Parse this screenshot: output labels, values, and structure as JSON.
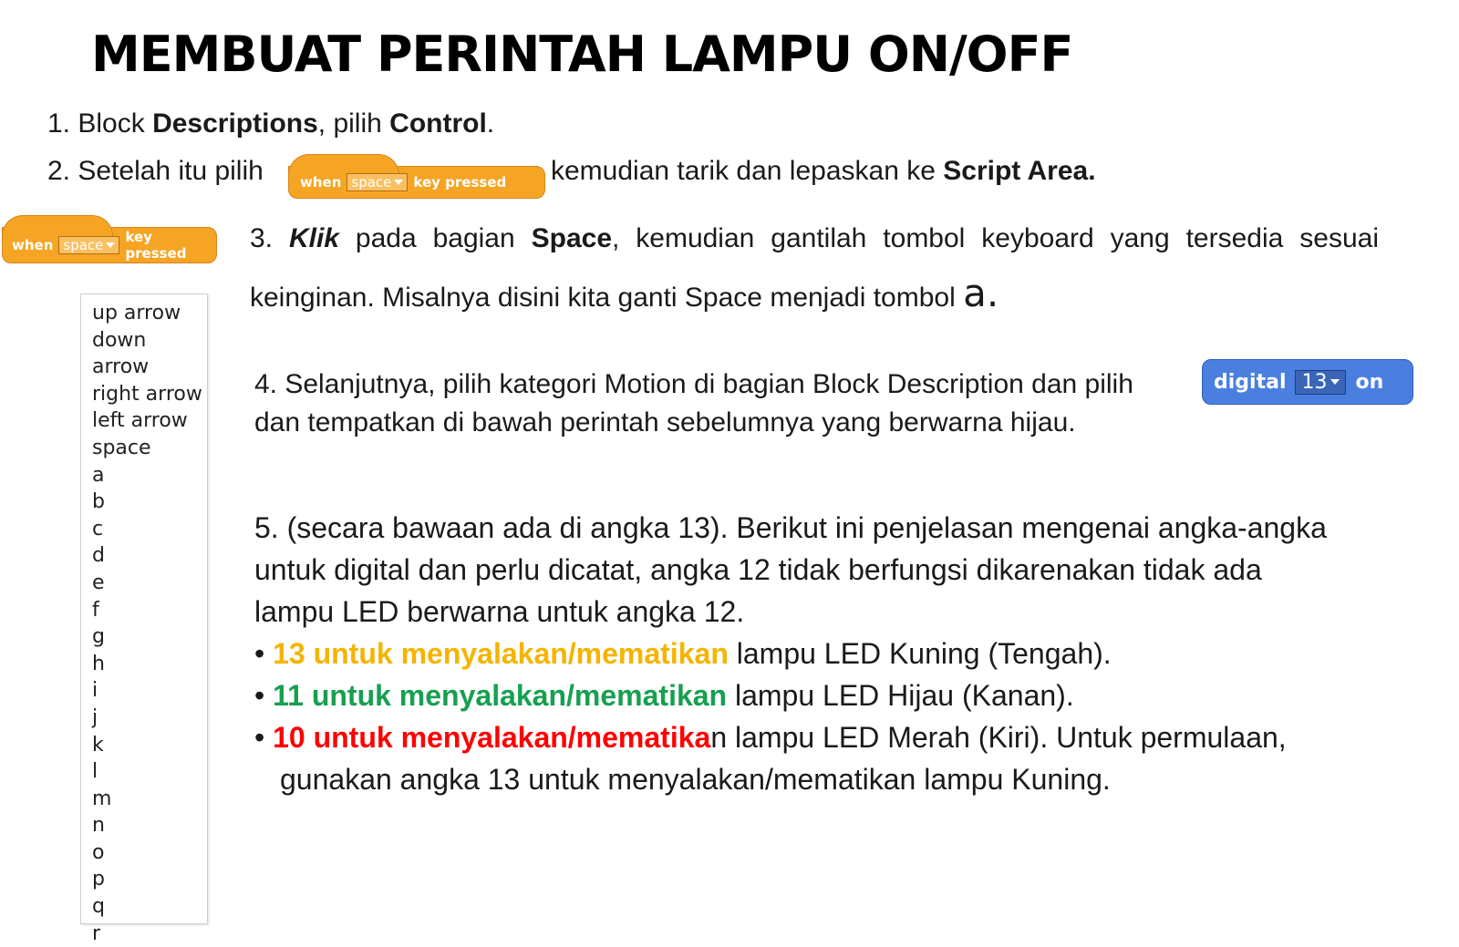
{
  "title": "MEMBUAT PERINTAH LAMPU ON/OFF",
  "step1": {
    "pre": "1. Block ",
    "b1": "Descriptions",
    "mid": ", pilih ",
    "b2": "Control",
    "post": "."
  },
  "step2": {
    "pre": "2. Setelah itu pilih",
    "post": "kemudian tarik dan lepaskan ke ",
    "bold": "Script Area."
  },
  "hat_block": {
    "when": "when",
    "key": "space",
    "tail": "key pressed"
  },
  "step3": {
    "num": "3. ",
    "klik": "Klik",
    "mid": " pada bagian ",
    "space": "Space",
    "rest": ", kemudian gantilah tombol keyboard yang tersedia sesuai",
    "line2": "keinginan. Misalnya disini kita ganti Space menjadi tombol ",
    "key": "a."
  },
  "step4": {
    "line1": "4. Selanjutnya, pilih kategori Motion di bagian Block Description dan pilih",
    "line2": "dan tempatkan di bawah perintah sebelumnya yang berwarna hijau."
  },
  "motion_block": {
    "label": "digital",
    "value": "13",
    "tail": "on"
  },
  "step5": {
    "line1": "5. (secara bawaan ada di angka 13). Berikut ini penjelasan mengenai angka-angka",
    "line2": "untuk digital dan perlu dicatat, angka 12 tidak berfungsi dikarenakan tidak ada",
    "line3": "lampu LED berwarna untuk angka 12.",
    "bullets": [
      {
        "color": "#f5b400",
        "colored": "13 untuk menyalakan/mematikan",
        "rest": " lampu  LED Kuning (Tengah)."
      },
      {
        "color": "#16a050",
        "colored": "11 untuk menyalakan/mematikan",
        "rest": " lampu  LED Hijau (Kanan)."
      },
      {
        "color": "#ff0000",
        "colored": "10 untuk menyalakan/mematika",
        "rest": "n lampu  LED Merah (Kiri). Untuk permulaan,"
      }
    ],
    "line_last": "gunakan angka 13 untuk menyalakan/mematikan lampu Kuning."
  },
  "key_options": [
    "up arrow",
    "down arrow",
    "right arrow",
    "left arrow",
    "space",
    "a",
    "b",
    "c",
    "d",
    "e",
    "f",
    "g",
    "h",
    "i",
    "j",
    "k",
    "l",
    "m",
    "n",
    "o",
    "p",
    "q",
    "r"
  ]
}
